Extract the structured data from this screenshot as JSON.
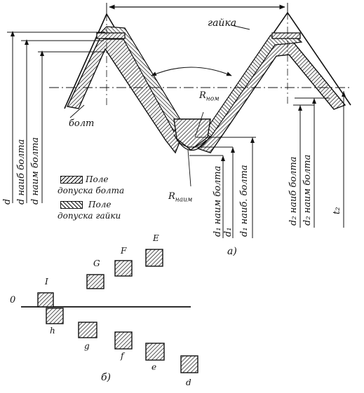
{
  "thread_diagram": {
    "nut_label": "гайка",
    "bolt_label": "болт",
    "r_nom_label": "R",
    "r_nom_sub": "ном",
    "r_min_label": "R",
    "r_min_sub": "наим",
    "figure_a_label": "а)",
    "left_dims": [
      {
        "main": "d",
        "text": ""
      },
      {
        "main": "d",
        "text": " наиб болта"
      },
      {
        "main": "d",
        "text": " наим болта"
      }
    ],
    "right_dims": [
      {
        "text": "d₁ наим болта"
      },
      {
        "text": "d₁"
      },
      {
        "text": "d₁ наиб. болта"
      },
      {
        "text": "d₂ наиб болта"
      },
      {
        "text": "d₂ наим болта"
      },
      {
        "text": "t₂"
      }
    ],
    "legend": {
      "bolt_line1": "Поле",
      "bolt_line2": "допуска болта",
      "nut_line1": "Поле",
      "nut_line2": "допуска гайки"
    }
  },
  "tolerance_fields": {
    "zero_label": "0",
    "figure_b_label": "б)",
    "above": [
      {
        "label": "I"
      },
      {
        "label": "G"
      },
      {
        "label": "F"
      },
      {
        "label": "E"
      }
    ],
    "below": [
      {
        "label": "h"
      },
      {
        "label": "g"
      },
      {
        "label": "f"
      },
      {
        "label": "e"
      },
      {
        "label": "d"
      }
    ]
  }
}
